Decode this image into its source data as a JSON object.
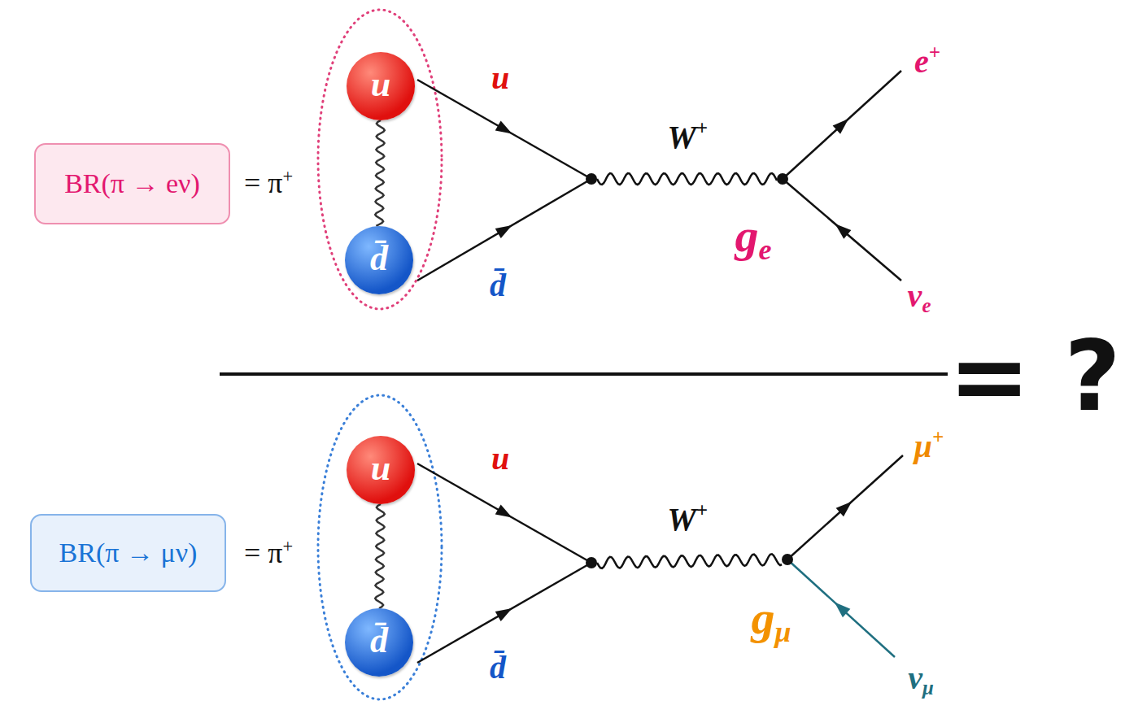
{
  "diagram": {
    "nodes": [
      {
        "text": [
          "BR(π → eν)"
        ]
      },
      {
        "text": [
          "u"
        ]
      },
      {
        "text": [
          "d̄"
        ]
      },
      {
        "text": [
          "BR(π → μν)"
        ]
      },
      {
        "text": [
          "u"
        ]
      },
      {
        "text": [
          "d̄"
        ]
      }
    ],
    "edges": [
      {
        "from": 1,
        "to": 2,
        "arrow": "none"
      },
      {
        "from": 4,
        "to": 5,
        "arrow": "none"
      }
    ],
    "labels": [
      "= π+",
      "u",
      "d̄",
      "W+",
      "e+",
      "νe",
      "ge",
      "= π+",
      "u",
      "d̄",
      "W+",
      "μ+",
      "νμ",
      "gμ",
      "= ?"
    ]
  }
}
